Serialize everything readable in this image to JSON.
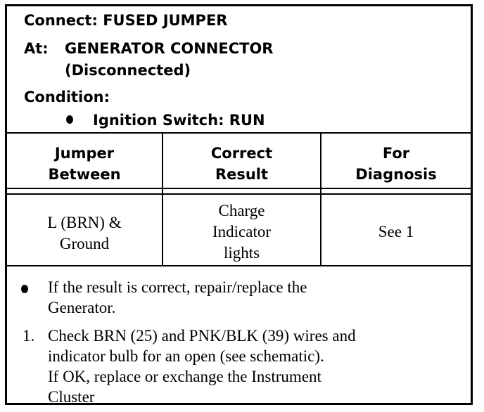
{
  "header": {
    "connect_label": "Connect:",
    "connect_value": "FUSED JUMPER",
    "at_label": "At:",
    "at_value": "GENERATOR CONNECTOR",
    "at_note": "(Disconnected)",
    "condition_label": "Condition:",
    "condition_item": "Ignition Switch: RUN"
  },
  "table": {
    "headers": [
      [
        "Jumper",
        "Between"
      ],
      [
        "Correct",
        "Result"
      ],
      [
        "For",
        "Diagnosis"
      ]
    ],
    "row": [
      [
        "L (BRN) &",
        "Ground"
      ],
      [
        "Charge",
        "Indicator",
        "lights"
      ],
      [
        "See 1"
      ]
    ]
  },
  "notes": {
    "bullet_line1": "If the result is correct, repair/replace the",
    "bullet_line2": "Generator.",
    "item1_number": "1.",
    "item1_line1": "Check BRN (25) and PNK/BLK (39) wires and",
    "item1_line2": "indicator bulb for an open (see schematic).",
    "item1_line3": "If OK, replace or exchange the Instrument",
    "item1_line4": "Cluster"
  }
}
